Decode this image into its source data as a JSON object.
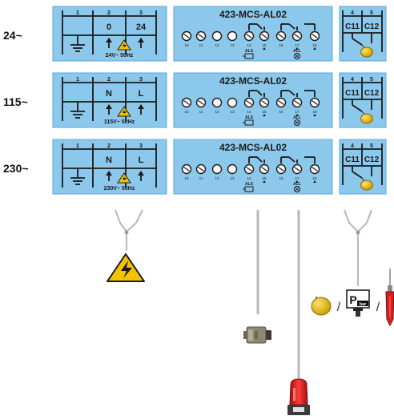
{
  "rows": [
    {
      "voltage": "24~",
      "terminals": [
        "1",
        "2",
        "3"
      ],
      "term_values": [
        "0",
        "24"
      ],
      "supply": "24V~ 50Hz",
      "model": "423-MCS-AL02",
      "small_numbers": [
        "10",
        "11",
        "12",
        "13",
        "14",
        "15",
        "16",
        "17",
        "18"
      ],
      "als": "ALS",
      "all": "ALL",
      "right_terminals": [
        "4",
        "5"
      ],
      "right_values": [
        "C11",
        "C12"
      ]
    },
    {
      "voltage": "115~",
      "terminals": [
        "1",
        "2",
        "3"
      ],
      "term_values": [
        "N",
        "L"
      ],
      "supply": "115V~ 50Hz",
      "model": "423-MCS-AL02",
      "small_numbers": [
        "10",
        "11",
        "12",
        "13",
        "14",
        "15",
        "16",
        "17",
        "18"
      ],
      "als": "ALS",
      "all": "ALL",
      "right_terminals": [
        "4",
        "5"
      ],
      "right_values": [
        "C11",
        "C12"
      ]
    },
    {
      "voltage": "230~",
      "terminals": [
        "1",
        "2",
        "3"
      ],
      "term_values": [
        "N",
        "L"
      ],
      "supply": "230V~ 50Hz",
      "model": "423-MCS-AL02",
      "small_numbers": [
        "10",
        "11",
        "12",
        "13",
        "14",
        "15",
        "16",
        "17",
        "18"
      ],
      "als": "ALS",
      "all": "ALL",
      "right_terminals": [
        "4",
        "5"
      ],
      "right_values": [
        "C11",
        "C12"
      ]
    }
  ],
  "pressure_label": "P",
  "pressure_sub": "bar",
  "separator": "/",
  "colors": {
    "panel": "#8cc8ec",
    "panel_border": "#5ea7d6",
    "line": "#1a1a1a",
    "wire": "#b8b8b8",
    "float": "#e8b400",
    "warning": "#f3c300",
    "beacon": "#d81e1e"
  }
}
